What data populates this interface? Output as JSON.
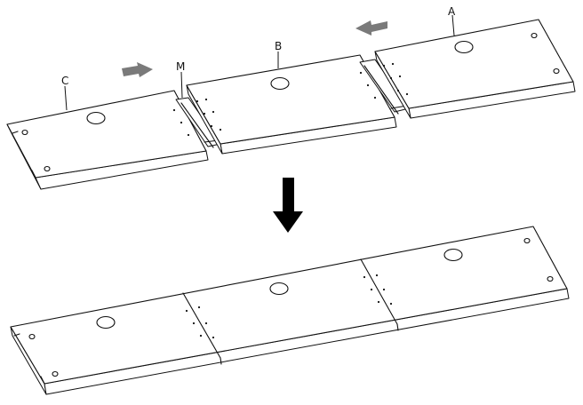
{
  "labels": {
    "a": "A",
    "b": "B",
    "c": "C",
    "m": "M"
  },
  "colors": {
    "line": "#111111",
    "arrow_gray": "#7a7a7a",
    "arrow_black": "#000000",
    "background": "#ffffff"
  },
  "icons": {
    "slide_right": "gray-arrow-right-icon",
    "slide_left": "gray-arrow-left-icon",
    "result": "black-arrow-down-icon"
  }
}
